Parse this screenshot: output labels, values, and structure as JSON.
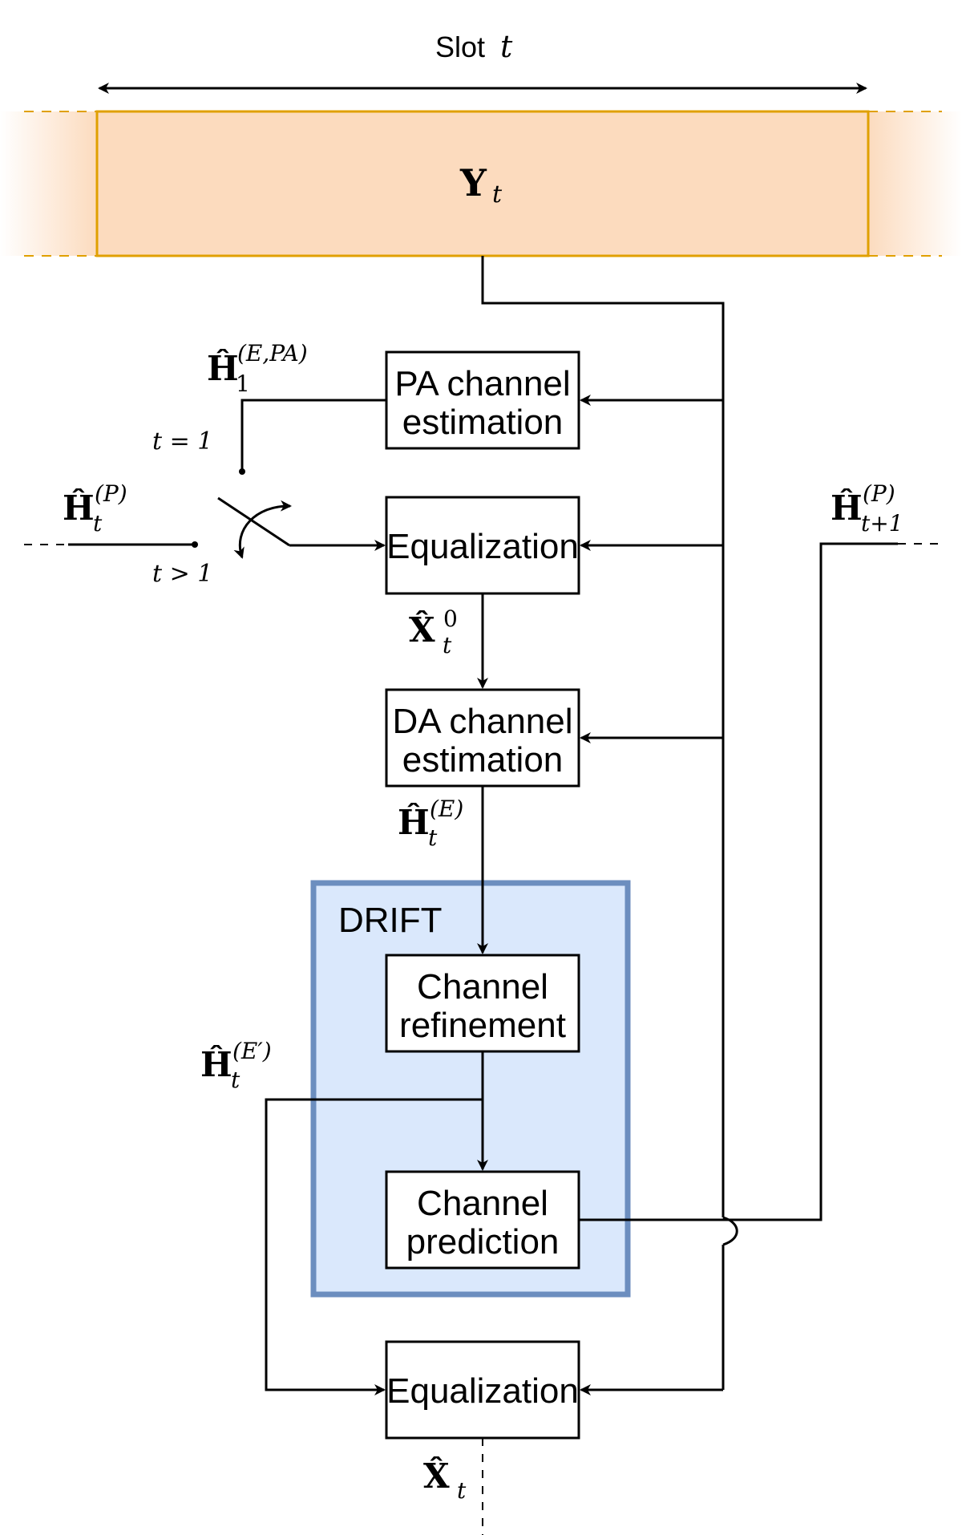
{
  "slot": {
    "label": "Slot",
    "var": "t"
  },
  "signal": {
    "symbol": "Y",
    "subscript": "t"
  },
  "blocks": {
    "pa_channel_estimation": [
      "PA channel",
      "estimation"
    ],
    "equalization_1": [
      "Equalization"
    ],
    "da_channel_estimation": [
      "DA channel",
      "estimation"
    ],
    "channel_refinement": [
      "Channel",
      "refinement"
    ],
    "channel_prediction": [
      "Channel",
      "prediction"
    ],
    "equalization_2": [
      "Equalization"
    ]
  },
  "drift": {
    "label": "DRIFT"
  },
  "switch": {
    "t_eq_1": "t = 1",
    "t_gt_1": "t > 1"
  },
  "signals": {
    "h_epa": {
      "base": "Ĥ",
      "sub": "1",
      "sup": "(E,PA)"
    },
    "h_p_t": {
      "base": "Ĥ",
      "sub": "t",
      "sup": "(P)"
    },
    "h_p_t1": {
      "base": "Ĥ",
      "sub": "t+1",
      "sup": "(P)"
    },
    "x0_t": {
      "base": "X̂",
      "sub": "t",
      "sup": "0"
    },
    "h_e_t": {
      "base": "Ĥ",
      "sub": "t",
      "sup": "(E)"
    },
    "h_eprime_t": {
      "base": "Ĥ",
      "sub": "t",
      "sup": "(E′)"
    },
    "x_t": {
      "base": "X̂",
      "sub": "t",
      "sup": ""
    }
  },
  "colors": {
    "slot_fill": "#FCDBBE",
    "slot_stroke": "#E0A000",
    "drift_fill": "#DAE8FC",
    "drift_stroke": "#6C8EBF",
    "line": "#000000"
  }
}
